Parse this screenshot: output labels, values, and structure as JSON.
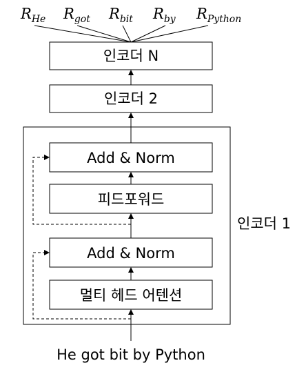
{
  "outputs": [
    {
      "symbol": "R",
      "subscript": "He"
    },
    {
      "symbol": "R",
      "subscript": "got"
    },
    {
      "symbol": "R",
      "subscript": "bit"
    },
    {
      "symbol": "R",
      "subscript": "by"
    },
    {
      "symbol": "R",
      "subscript": "Python"
    }
  ],
  "encoder_n": {
    "label": "인코더 N"
  },
  "encoder_2": {
    "label": "인코더 2"
  },
  "encoder_1": {
    "label": "인코더 1",
    "add_norm_top": "Add & Norm",
    "feed_forward": "피드포워드",
    "add_norm_bottom": "Add & Norm",
    "multi_head_attention": "멀티 헤드 어텐션"
  },
  "input": {
    "sentence": "He got bit by Python"
  }
}
